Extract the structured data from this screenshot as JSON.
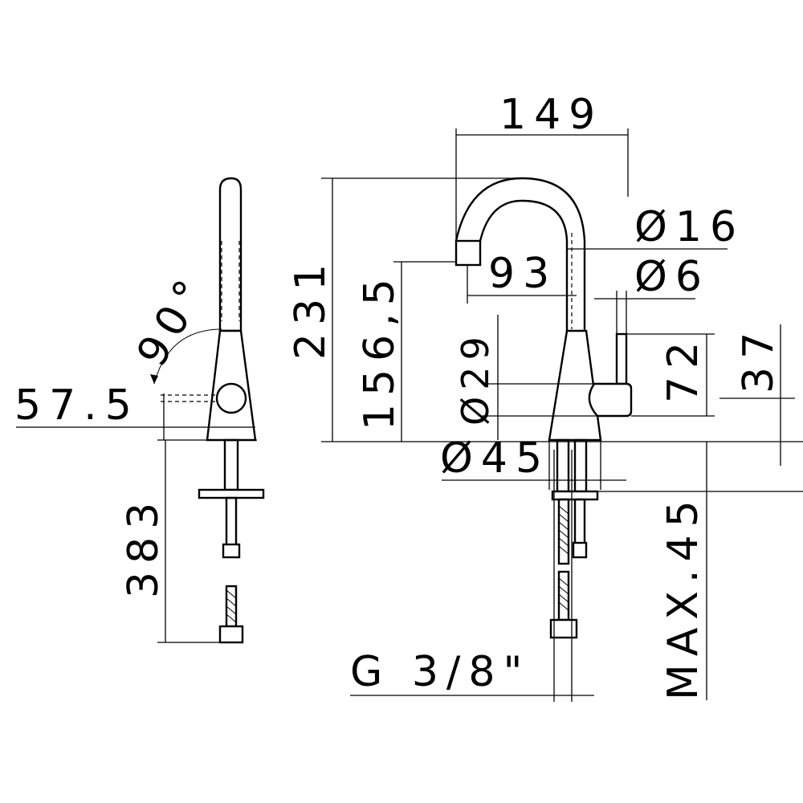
{
  "dimensions": {
    "angle": "90°",
    "offset": "57.5",
    "hose_length": "383",
    "spout_reach": "149",
    "spout_diameter": "Ø16",
    "lever_diameter": "Ø6",
    "spout_offset": "93",
    "total_height": "231",
    "outlet_height": "156,5",
    "handle_diameter": "Ø29",
    "lever_height": "72",
    "handle_height": "37",
    "base_diameter": "Ø45",
    "max_thickness": "MAX.45",
    "connection": "G 3/8\""
  }
}
